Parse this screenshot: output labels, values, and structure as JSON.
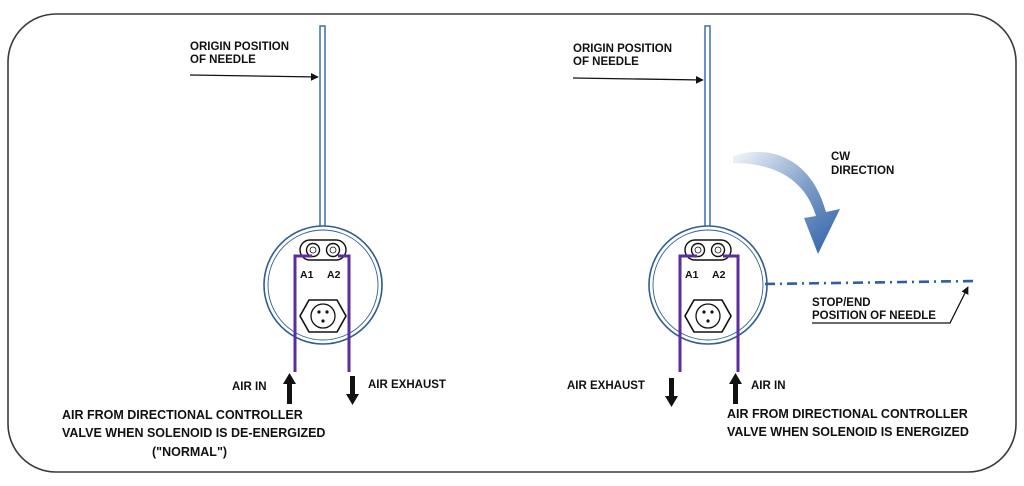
{
  "colors": {
    "frame": "#3a3a3a",
    "needle": "#3b6ea8",
    "gauge_ring": "#2f5d93",
    "air_line": "#5b2e9e",
    "arrow": "#111111",
    "cw_arrow": "#2b5fa6",
    "stop_line": "#2b5fa6"
  },
  "left_panel": {
    "origin_line1": "ORIGIN POSITION",
    "origin_line2": "OF NEEDLE",
    "port_a1": "A1",
    "port_a2": "A2",
    "air_in": "AIR IN",
    "air_exhaust": "AIR EXHAUST",
    "caption_line1": "AIR FROM DIRECTIONAL CONTROLLER",
    "caption_line2": "VALVE WHEN SOLENOID IS DE-ENERGIZED",
    "caption_line3": "(\"NORMAL\")"
  },
  "right_panel": {
    "origin_line1": "ORIGIN POSITION",
    "origin_line2": "OF NEEDLE",
    "port_a1": "A1",
    "port_a2": "A2",
    "cw_line1": "CW",
    "cw_line2": "DIRECTION",
    "stop_line1": "STOP/END",
    "stop_line2": "POSITION OF NEEDLE",
    "air_exhaust": "AIR EXHAUST",
    "air_in": "AIR IN",
    "caption_line1": "AIR FROM DIRECTIONAL CONTROLLER",
    "caption_line2": "VALVE WHEN SOLENOID IS ENERGIZED"
  }
}
